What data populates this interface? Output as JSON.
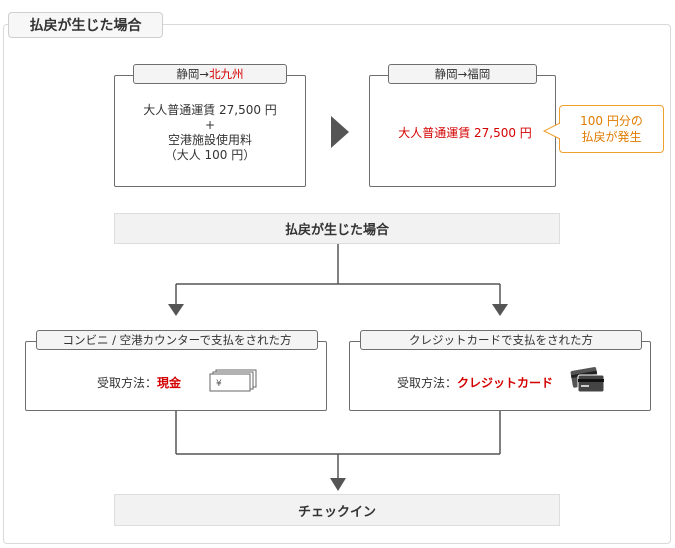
{
  "frame_title": "払戻が生じた場合",
  "card_left": {
    "route_from": "静岡→",
    "route_to": "北九州",
    "line1": "大人普通運賃 27,500 円",
    "line2": "+",
    "line3": "空港施設使用料",
    "line4": "（大人 100 円）"
  },
  "card_right": {
    "route": "静岡→福岡",
    "fare": "大人普通運賃 27,500 円"
  },
  "callout": {
    "line1": "100 円分の",
    "line2": "払戻が発生"
  },
  "refund_bar": "払戻が生じた場合",
  "branch_left": {
    "title": "コンビニ / 空港カウンターで支払をされた方",
    "method_label": "受取方法：",
    "method_value": "現金"
  },
  "branch_right": {
    "title": "クレジットカードで支払をされた方",
    "method_label": "受取方法：",
    "method_value": "クレジットカード"
  },
  "checkin_bar": "チェックイン",
  "colors": {
    "accent_red": "#d40000",
    "callout_orange": "#f0a030",
    "line_gray": "#555555"
  }
}
